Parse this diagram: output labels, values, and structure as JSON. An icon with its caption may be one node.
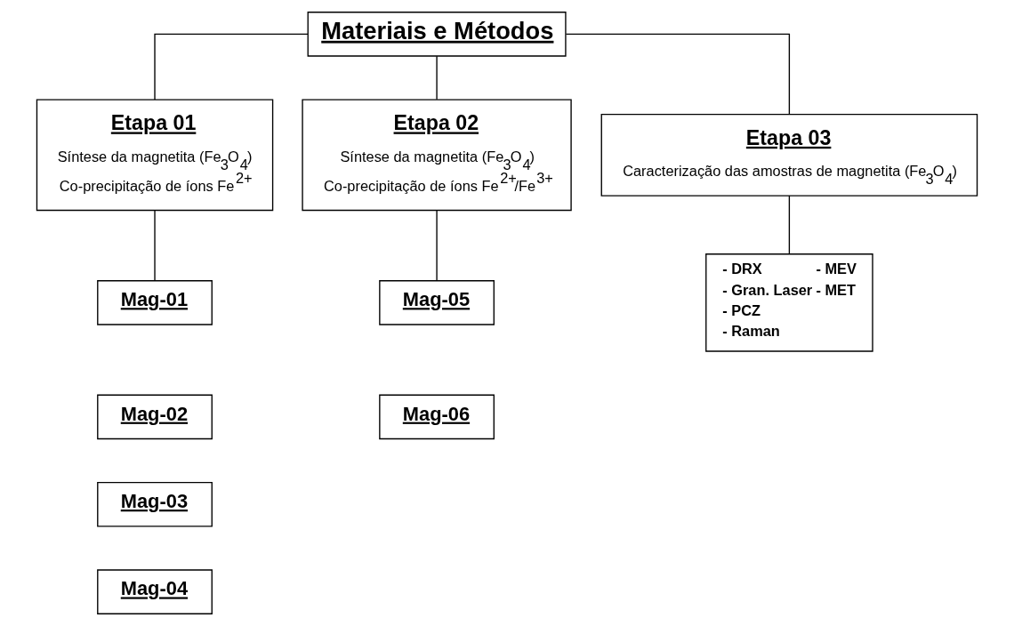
{
  "diagram": {
    "nodes": [
      {
        "text": [
          "Materiais e Métodos"
        ]
      },
      {
        "text": [
          "Etapa 01",
          "Síntese da magnetita (Fe$_{3}$O$_{4}$)",
          "Co-precipitação de íons Fe$^{2+}$"
        ]
      },
      {
        "text": [
          "Etapa 02",
          "Síntese da magnetita (Fe$_{3}$O$_{4}$)",
          "Co-precipitação de íons Fe$^{2+}$/Fe$^{3+}$"
        ]
      },
      {
        "text": [
          "Etapa 03",
          "Caracterização das amostras de magnetita (Fe$_{3}$O$_{4}$)"
        ]
      },
      {
        "text": [
          "Mag-01"
        ]
      },
      {
        "text": [
          "Mag-02"
        ]
      },
      {
        "text": [
          "Mag-03"
        ]
      },
      {
        "text": [
          "Mag-04"
        ]
      },
      {
        "text": [
          "Mag-05"
        ]
      },
      {
        "text": [
          "Mag-06"
        ]
      },
      {
        "text": [
          "- DRX",
          "- Gran. Laser",
          "- PCZ",
          "- Raman",
          "- MEV",
          "- MET"
        ]
      }
    ],
    "edges": [
      {
        "from": 0,
        "to": 1,
        "arrow": "none"
      },
      {
        "from": 0,
        "to": 2,
        "arrow": "none"
      },
      {
        "from": 0,
        "to": 3,
        "arrow": "none"
      },
      {
        "from": 1,
        "to": 4,
        "arrow": "none"
      },
      {
        "from": 2,
        "to": 8,
        "arrow": "none"
      },
      {
        "from": 3,
        "to": 10,
        "arrow": "none"
      }
    ]
  }
}
